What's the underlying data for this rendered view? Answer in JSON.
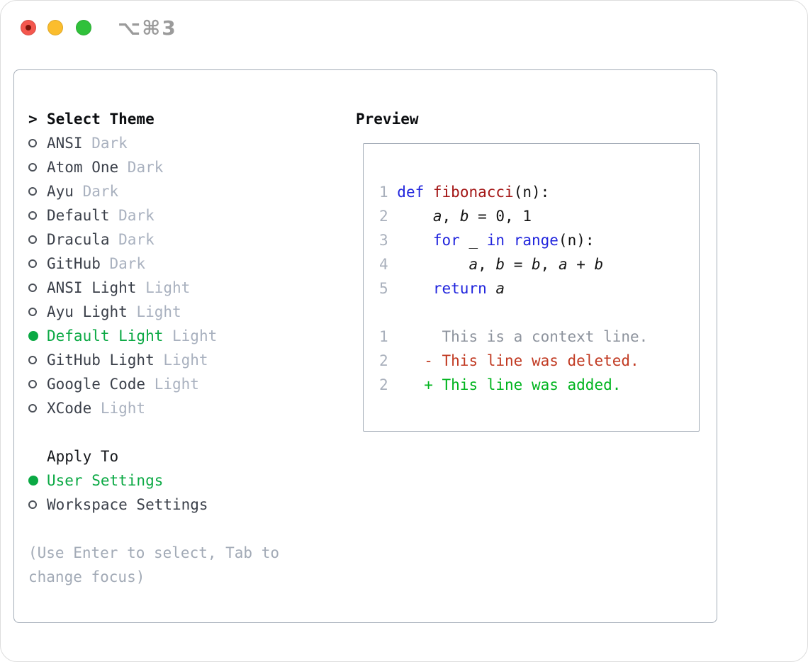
{
  "window": {
    "shortcut_label": "⌥⌘3"
  },
  "theme_panel": {
    "header": {
      "cursor": ">",
      "label": "Select Theme"
    },
    "themes": [
      {
        "name": "ANSI",
        "variant": "Dark",
        "selected": false
      },
      {
        "name": "Atom One",
        "variant": "Dark",
        "selected": false
      },
      {
        "name": "Ayu",
        "variant": "Dark",
        "selected": false
      },
      {
        "name": "Default",
        "variant": "Dark",
        "selected": false
      },
      {
        "name": "Dracula",
        "variant": "Dark",
        "selected": false
      },
      {
        "name": "GitHub",
        "variant": "Dark",
        "selected": false
      },
      {
        "name": "ANSI Light",
        "variant": "Light",
        "selected": false
      },
      {
        "name": "Ayu Light",
        "variant": "Light",
        "selected": false
      },
      {
        "name": "Default Light",
        "variant": "Light",
        "selected": true
      },
      {
        "name": "GitHub Light",
        "variant": "Light",
        "selected": false
      },
      {
        "name": "Google Code",
        "variant": "Light",
        "selected": false
      },
      {
        "name": "XCode",
        "variant": "Light",
        "selected": false
      }
    ],
    "apply_to": {
      "label": "Apply To",
      "options": [
        {
          "name": "User Settings",
          "selected": true
        },
        {
          "name": "Workspace Settings",
          "selected": false
        }
      ]
    },
    "footer_lines": [
      "(Use Enter to select, Tab to",
      "change focus)"
    ]
  },
  "preview": {
    "title": "Preview",
    "code_lines": [
      {
        "num": "1",
        "segments": [
          [
            "kw",
            "def"
          ],
          [
            "pl",
            " "
          ],
          [
            "fn",
            "fibonacci"
          ],
          [
            "pl",
            "(n):"
          ]
        ]
      },
      {
        "num": "2",
        "segments": [
          [
            "pl",
            "    "
          ],
          [
            "var",
            "a"
          ],
          [
            "pl",
            ", "
          ],
          [
            "var",
            "b"
          ],
          [
            "pl",
            " = 0, 1"
          ]
        ]
      },
      {
        "num": "3",
        "segments": [
          [
            "pl",
            "    "
          ],
          [
            "kw",
            "for"
          ],
          [
            "pl",
            " _ "
          ],
          [
            "kw",
            "in"
          ],
          [
            "pl",
            " "
          ],
          [
            "kw",
            "range"
          ],
          [
            "pl",
            "(n):"
          ]
        ]
      },
      {
        "num": "4",
        "segments": [
          [
            "pl",
            "        "
          ],
          [
            "var",
            "a"
          ],
          [
            "pl",
            ", "
          ],
          [
            "var",
            "b"
          ],
          [
            "pl",
            " = "
          ],
          [
            "var",
            "b"
          ],
          [
            "pl",
            ", "
          ],
          [
            "var",
            "a"
          ],
          [
            "pl",
            " + "
          ],
          [
            "var",
            "b"
          ]
        ]
      },
      {
        "num": "5",
        "segments": [
          [
            "pl",
            "    "
          ],
          [
            "kw",
            "return"
          ],
          [
            "pl",
            " "
          ],
          [
            "var",
            "a"
          ]
        ]
      }
    ],
    "diff_lines": [
      {
        "num": "1",
        "type": "ctx",
        "text": "     This is a context line."
      },
      {
        "num": "2",
        "type": "del",
        "text": "   - This line was deleted."
      },
      {
        "num": "2",
        "type": "add",
        "text": "   + This line was added."
      }
    ]
  },
  "colors": {
    "accent_green": "#0ba944",
    "diff_add": "#00b41e",
    "diff_del": "#c13a22",
    "keyword": "#2125dd",
    "function_name": "#a31515",
    "code": "#141414",
    "item": "#3b404a",
    "variant": "#a9b1bf",
    "linenum": "#a9b0bc",
    "context": "#8d939d",
    "footer": "#a2aab6",
    "panel_border": "#a3acb7",
    "heading": "#0b0d10",
    "shortcut": "#9b9b9b",
    "tl_red": "#f4574e",
    "tl_yellow": "#fbbd2d",
    "tl_green": "#30c13a",
    "tl_red_dot": "#7d140a"
  }
}
